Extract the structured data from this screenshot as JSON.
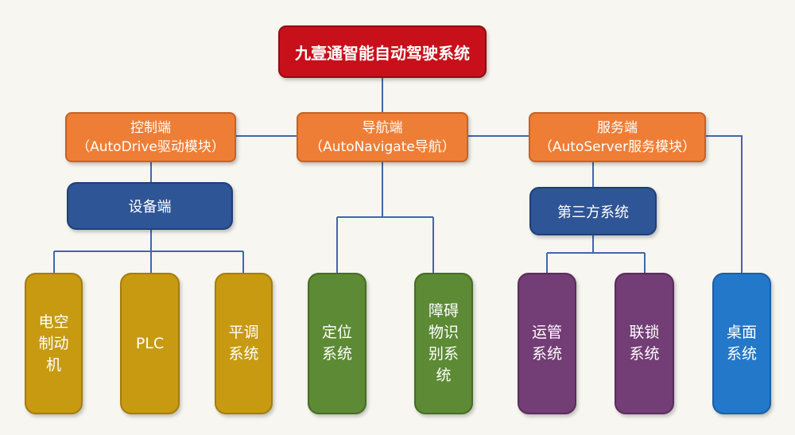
{
  "root": "九壹通智能自动驾驶系统",
  "ends": {
    "control": {
      "title": "控制端",
      "subtitle": "（AutoDrive驱动模块）"
    },
    "navigation": {
      "title": "导航端",
      "subtitle": "（AutoNavigate导航）"
    },
    "service": {
      "title": "服务端",
      "subtitle": "（AutoServer服务模块）"
    }
  },
  "groups": {
    "device": "设备端",
    "third_party": "第三方系统"
  },
  "leaves": {
    "brake": [
      "电空",
      "制动",
      "机"
    ],
    "plc": [
      "PLC"
    ],
    "balance": [
      "平调",
      "系统"
    ],
    "positioning": [
      "定位",
      "系统"
    ],
    "obstacle": [
      "障碍",
      "物识",
      "别系",
      "统"
    ],
    "operation": [
      "运管",
      "系统"
    ],
    "interlock": [
      "联锁",
      "系统"
    ],
    "desktop": [
      "桌面",
      "系统"
    ]
  },
  "colors": {
    "root": "#c8101a",
    "end": "#ee7e36",
    "group": "#2e5596",
    "device_leaf": "#c79a12",
    "nav_leaf": "#5d8a35",
    "third_party_leaf": "#733d75",
    "desktop_leaf": "#2378c9",
    "connector": "#3f67b0",
    "background": "#f7f6f1"
  }
}
